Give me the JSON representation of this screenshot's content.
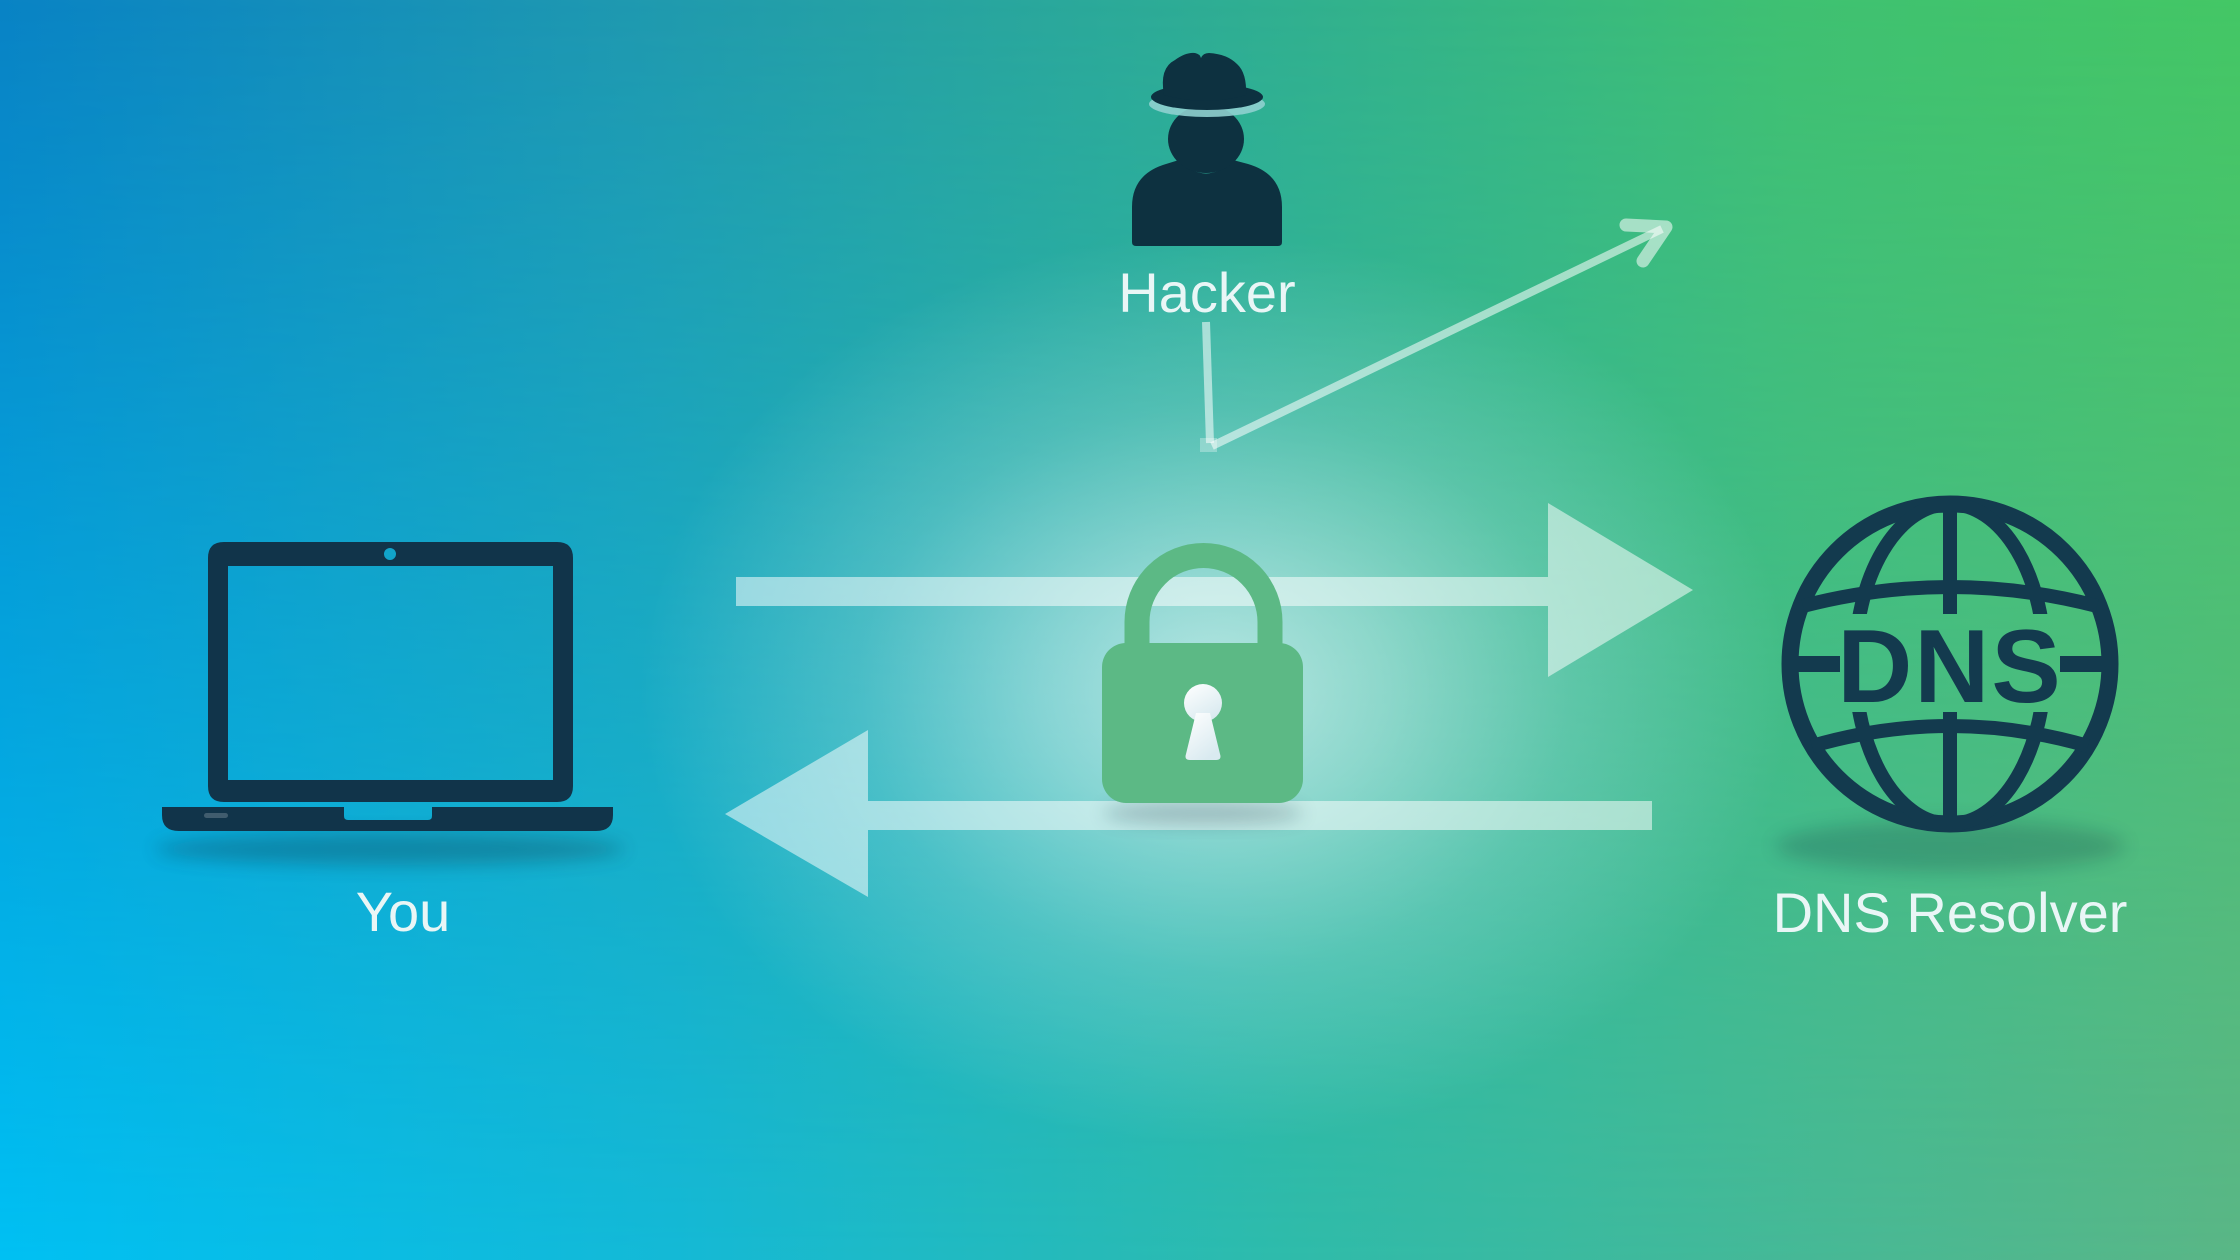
{
  "diagram": {
    "topic": "Encrypted DNS traffic diagram",
    "background": {
      "top_left": "#0983c5",
      "top_right": "#44c765",
      "bottom_left": "#00c0f3",
      "bottom_right": "#5ab686"
    },
    "text_color": "#e9f6f6"
  },
  "nodes": {
    "hacker": {
      "label": "Hacker",
      "icon": "spy-person-icon",
      "color": "#0d3140"
    },
    "client": {
      "label": "You",
      "icon": "laptop-icon",
      "color": "#11344a"
    },
    "resolver": {
      "label": "DNS Resolver",
      "icon": "dns-globe-icon",
      "globe_text": "DNS",
      "color": "#133a4e"
    }
  },
  "encryption": {
    "icon": "padlock-icon",
    "lock_color": "#5cb985",
    "keyhole_color": "#f2f9fb",
    "glow_color": "#eefafc"
  },
  "connections": {
    "request_arrow": {
      "from": "You",
      "to": "DNS Resolver",
      "direction": "right",
      "color": "rgba(255,255,255,0.52)"
    },
    "response_arrow": {
      "from": "DNS Resolver",
      "to": "You",
      "direction": "left",
      "color": "rgba(255,255,255,0.52)"
    },
    "hacker_attempt": {
      "from": "Hacker",
      "status": "deflected",
      "color": "rgba(255,255,255,0.55)"
    }
  }
}
